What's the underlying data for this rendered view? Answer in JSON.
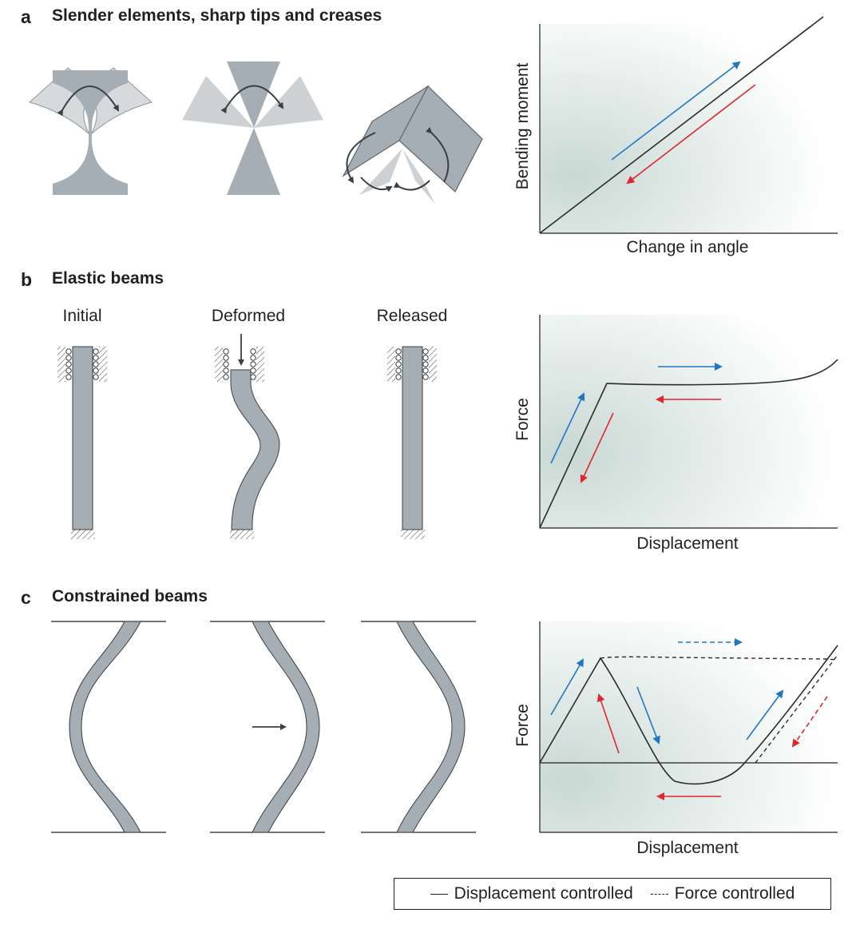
{
  "panels": {
    "a": {
      "letter": "a",
      "title": "Slender elements, sharp tips and creases",
      "xlabel": "Change in angle",
      "ylabel": "Bending moment"
    },
    "b": {
      "letter": "b",
      "title": "Elastic beams",
      "states": [
        "Initial",
        "Deformed",
        "Released"
      ],
      "xlabel": "Displacement",
      "ylabel": "Force"
    },
    "c": {
      "letter": "c",
      "title": "Constrained beams",
      "xlabel": "Displacement",
      "ylabel": "Force"
    }
  },
  "legend": {
    "solid_label": "Displacement controlled",
    "dashed_label": "Force controlled"
  },
  "colors": {
    "loading_arrow": "#1f77c4",
    "unloading_arrow": "#e0262c",
    "element_fill": "#a5aeb4",
    "ghost_fill": "#cdd1d4",
    "curve": "#2b2b2b",
    "plot_shade": "#cfdbd8"
  }
}
